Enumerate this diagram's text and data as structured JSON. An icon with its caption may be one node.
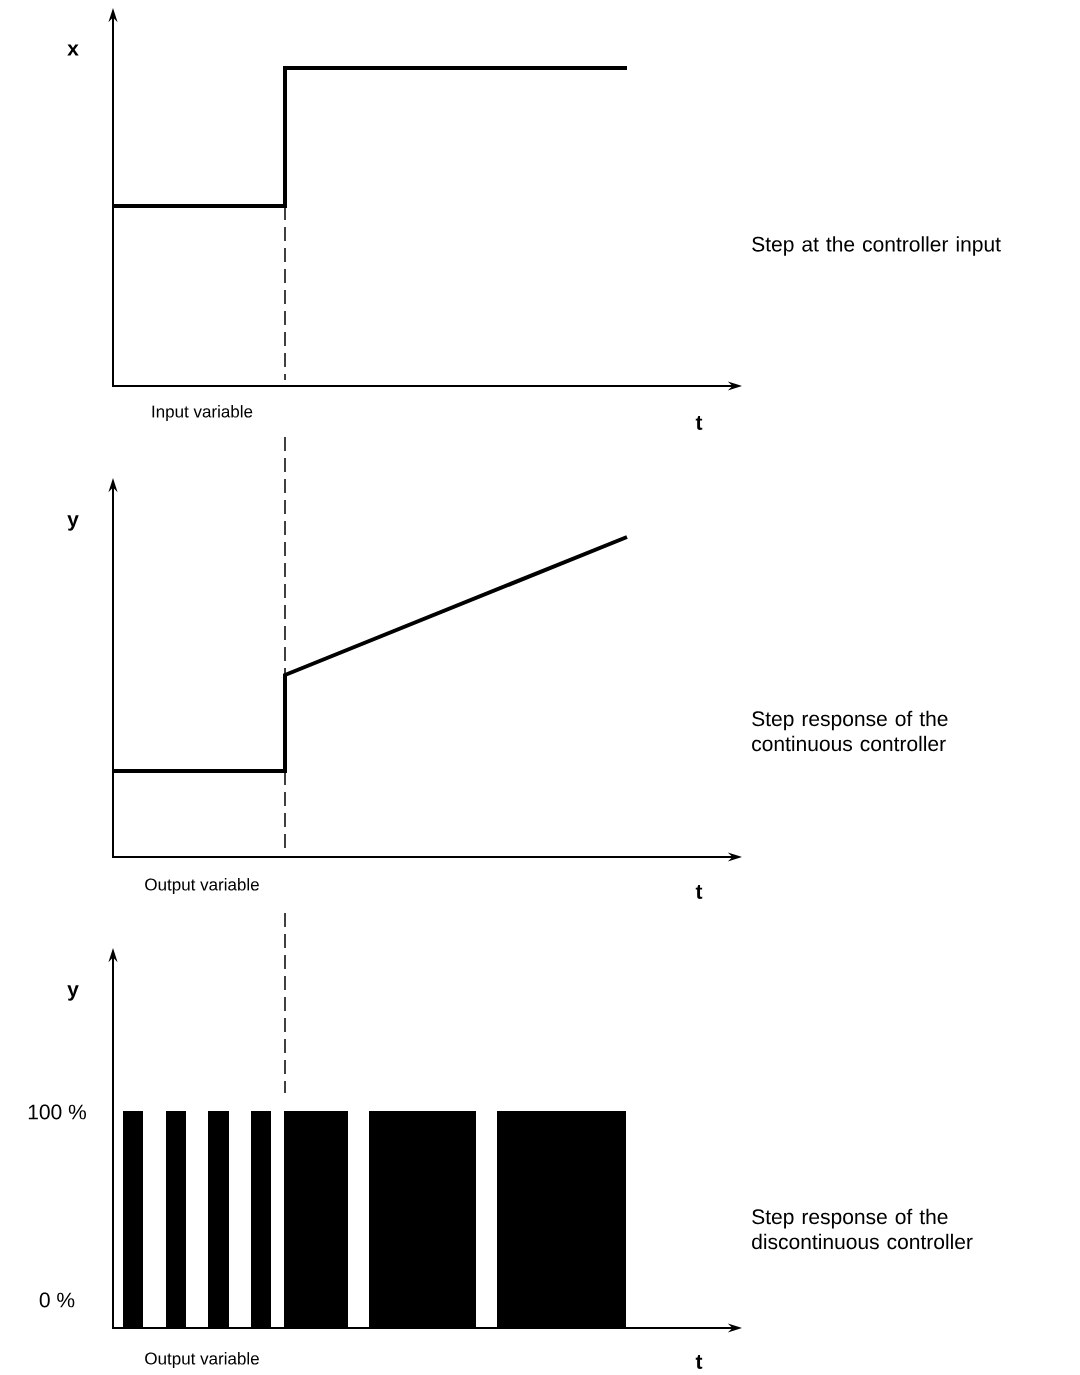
{
  "diagram": {
    "labels": [
      "x",
      "t",
      "Input variable",
      "Step at the controller input",
      "y",
      "t",
      "Output variable",
      "Step response of the continuous controller",
      "y",
      "100 %",
      "0 %",
      "t",
      "Output variable",
      "Step response of the discontinuous controller"
    ]
  }
}
